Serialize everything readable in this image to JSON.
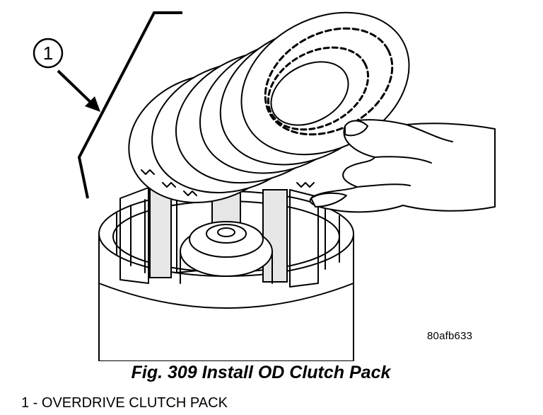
{
  "figure": {
    "callout_number": "1",
    "reference_code": "80afb633",
    "title": "Fig. 309 Install OD Clutch Pack",
    "legend": "1 - OVERDRIVE CLUTCH PACK"
  }
}
